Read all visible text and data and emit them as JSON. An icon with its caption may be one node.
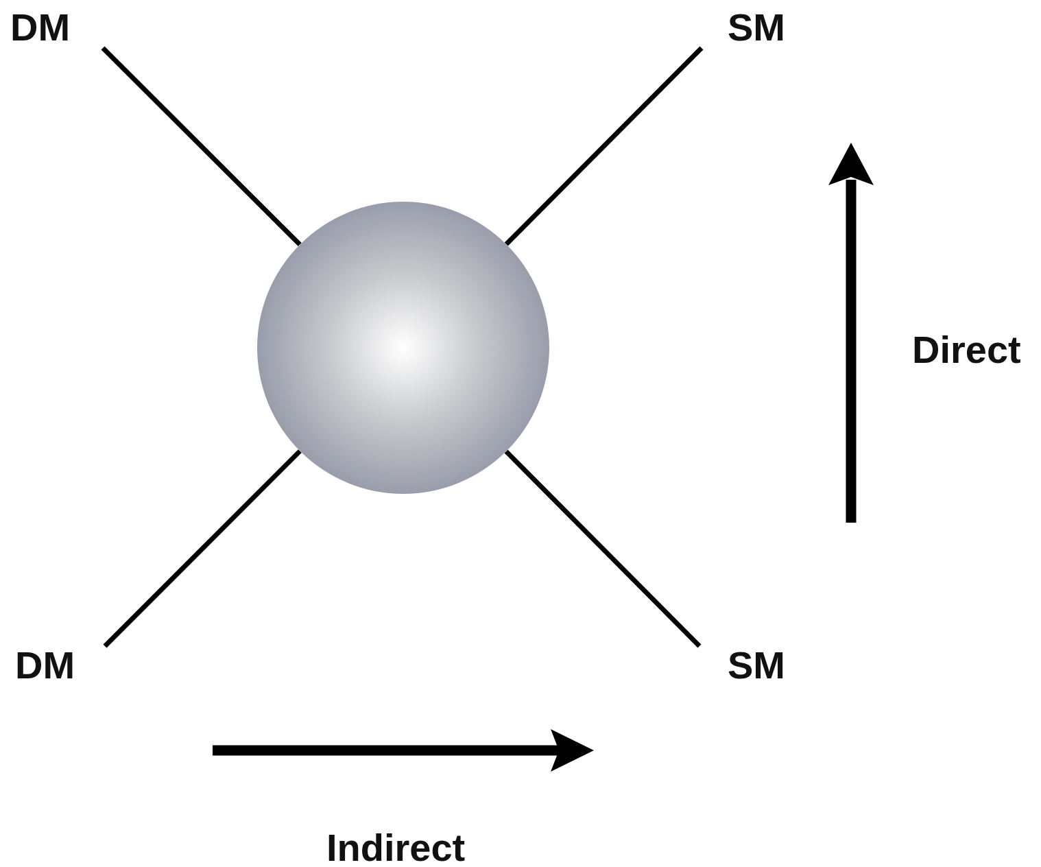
{
  "diagram": {
    "nodes": [
      {
        "text": [
          "DM"
        ]
      },
      {
        "text": [
          "SM"
        ]
      },
      {
        "text": [],
        "shape": "circle"
      },
      {
        "text": [
          "DM"
        ]
      },
      {
        "text": [
          "SM"
        ]
      }
    ],
    "edges": [
      {
        "from": 0,
        "to": 2,
        "arrow": "none"
      },
      {
        "from": 1,
        "to": 2,
        "arrow": "none"
      },
      {
        "from": 3,
        "to": 2,
        "arrow": "none"
      },
      {
        "from": 4,
        "to": 2,
        "arrow": "none"
      }
    ],
    "labels": [
      "Direct",
      "Indirect"
    ]
  }
}
